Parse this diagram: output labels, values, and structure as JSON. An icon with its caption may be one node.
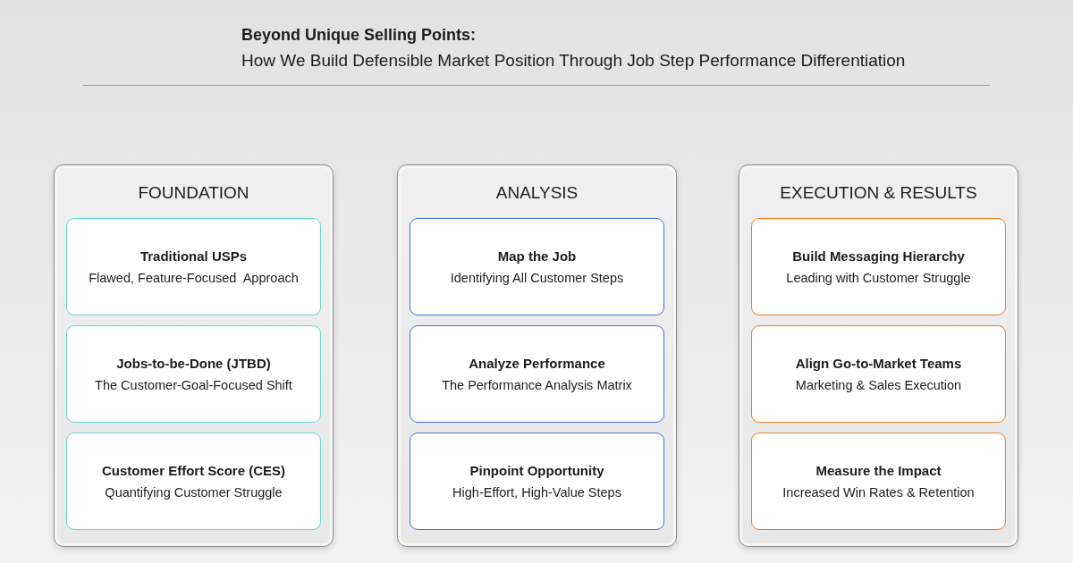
{
  "diagram": {
    "title": "Beyond Unique Selling Points:",
    "nodes": [
      {
        "text": [
          "FOUNDATION"
        ]
      },
      {
        "text": [
          "Traditional USPs",
          "Flawed, Feature-Focused  Approach"
        ],
        "in": 0
      },
      {
        "text": [
          "Jobs-to-be-Done (JTBD)",
          "The Customer-Goal-Focused Shift"
        ],
        "in": 0
      },
      {
        "text": [
          "Customer Effort Score (CES)",
          "Quantifying Customer Struggle"
        ],
        "in": 0
      },
      {
        "text": [
          "ANALYSIS"
        ]
      },
      {
        "text": [
          "Map the Job",
          "Identifying All Customer Steps"
        ],
        "in": 4
      },
      {
        "text": [
          "Analyze Performance",
          "The Performance Analysis Matrix"
        ],
        "in": 4
      },
      {
        "text": [
          "Pinpoint Opportunity",
          "High-Effort, High-Value Steps"
        ],
        "in": 4
      },
      {
        "text": [
          "EXECUTION & RESULTS"
        ]
      },
      {
        "text": [
          "Build Messaging Hierarchy",
          "Leading with Customer Struggle"
        ],
        "in": 8
      },
      {
        "text": [
          "Align Go-to-Market Teams",
          "Marketing & Sales Execution"
        ],
        "in": 8
      },
      {
        "text": [
          "Measure the Impact",
          "Increased Win Rates & Retention"
        ],
        "in": 8
      }
    ],
    "labels": [
      "How We Build Defensible Market Position Through Job Step Performance Differentiation"
    ]
  }
}
